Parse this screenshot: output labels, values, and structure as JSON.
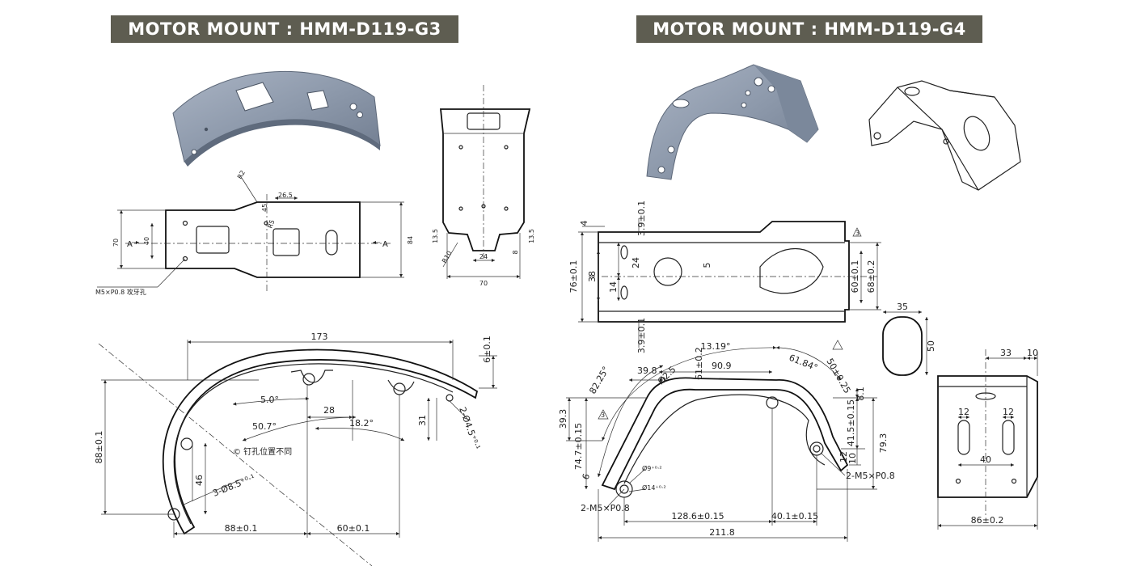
{
  "banners": {
    "left": "MOTOR MOUNT : HMM-D119-G3",
    "right": "MOTOR MOUNT : HMM-D119-G4"
  },
  "g3": {
    "top_view": {
      "d_84": "84",
      "d_70": "70",
      "d_40": "40",
      "d_26_5": "26.5",
      "d_r2": "R2",
      "d_45": "45",
      "d_r0": "R5",
      "section_a_left": "A",
      "section_a_right": "A",
      "note_m5": "M5×P0.8 攻牙孔"
    },
    "side_view": {
      "d_70": "70",
      "d_24": "24",
      "d_13_5a": "13.5",
      "d_13_5b": "13.5",
      "d_8": "8",
      "d_r10": "R10"
    },
    "profile_view": {
      "d_173": "173",
      "d_6": "6±0.1",
      "d_88h": "88±0.1",
      "d_5deg": "5.0°",
      "d_28": "28",
      "d_50_7": "50.7°",
      "d_18_2": "18.2°",
      "d_31": "31",
      "d_hole_r": "2-Ø4.5⁺⁰·¹",
      "d_46": "46",
      "d_hole_l": "3-Ø8.5⁺⁰·¹",
      "note_cn": "© 钉孔位置不同",
      "d_88w": "88±0.1",
      "d_60": "60±0.1"
    }
  },
  "g4": {
    "top_view": {
      "d_4": "4",
      "d_3_9a": "3.9±0.1",
      "d_3_9b": "3.9±0.1",
      "d_76": "76±0.1",
      "d_38": "38",
      "d_24": "24",
      "d_14": "14",
      "d_5": "5",
      "d_60": "60±0.1",
      "d_68": "68±0.2",
      "tri": "3"
    },
    "slot": {
      "d_35": "35",
      "d_50": "50"
    },
    "profile_view": {
      "d_13_19": "13.19°",
      "d_61_84": "61.84°",
      "d_82_25": "82.25°",
      "d_39_8": "39.8",
      "d_90_9": "90.9",
      "d_61": "61±0.2",
      "d_2_5": "Ø2.5",
      "d_50_25": "50±0.25",
      "d_8_1": "8.1",
      "d_39_3": "39.3",
      "d_74_7": "74.7±0.15",
      "d_41_5": "41.5±0.15",
      "d_79_3": "79.3",
      "d_10": "10",
      "d_12": "12",
      "d_6": "6",
      "d_phi9": "Ø9⁺⁰·²",
      "d_phi14": "Ø14⁺⁰·²",
      "d_m5_l": "2-M5×P0.8",
      "d_m5_r": "2-M5×P0.8",
      "d_128_6": "128.6±0.15",
      "d_40_1": "40.1±0.15",
      "d_211_8": "211.8",
      "tri": "3"
    },
    "end_view": {
      "d_33": "33",
      "d_10": "10",
      "d_12a": "12",
      "d_12b": "12",
      "d_40": "40",
      "d_86": "86±0.2"
    }
  },
  "colors": {
    "banner_bg": "#5e5d51",
    "part_fill": "#8e9bad",
    "line": "#222222"
  }
}
